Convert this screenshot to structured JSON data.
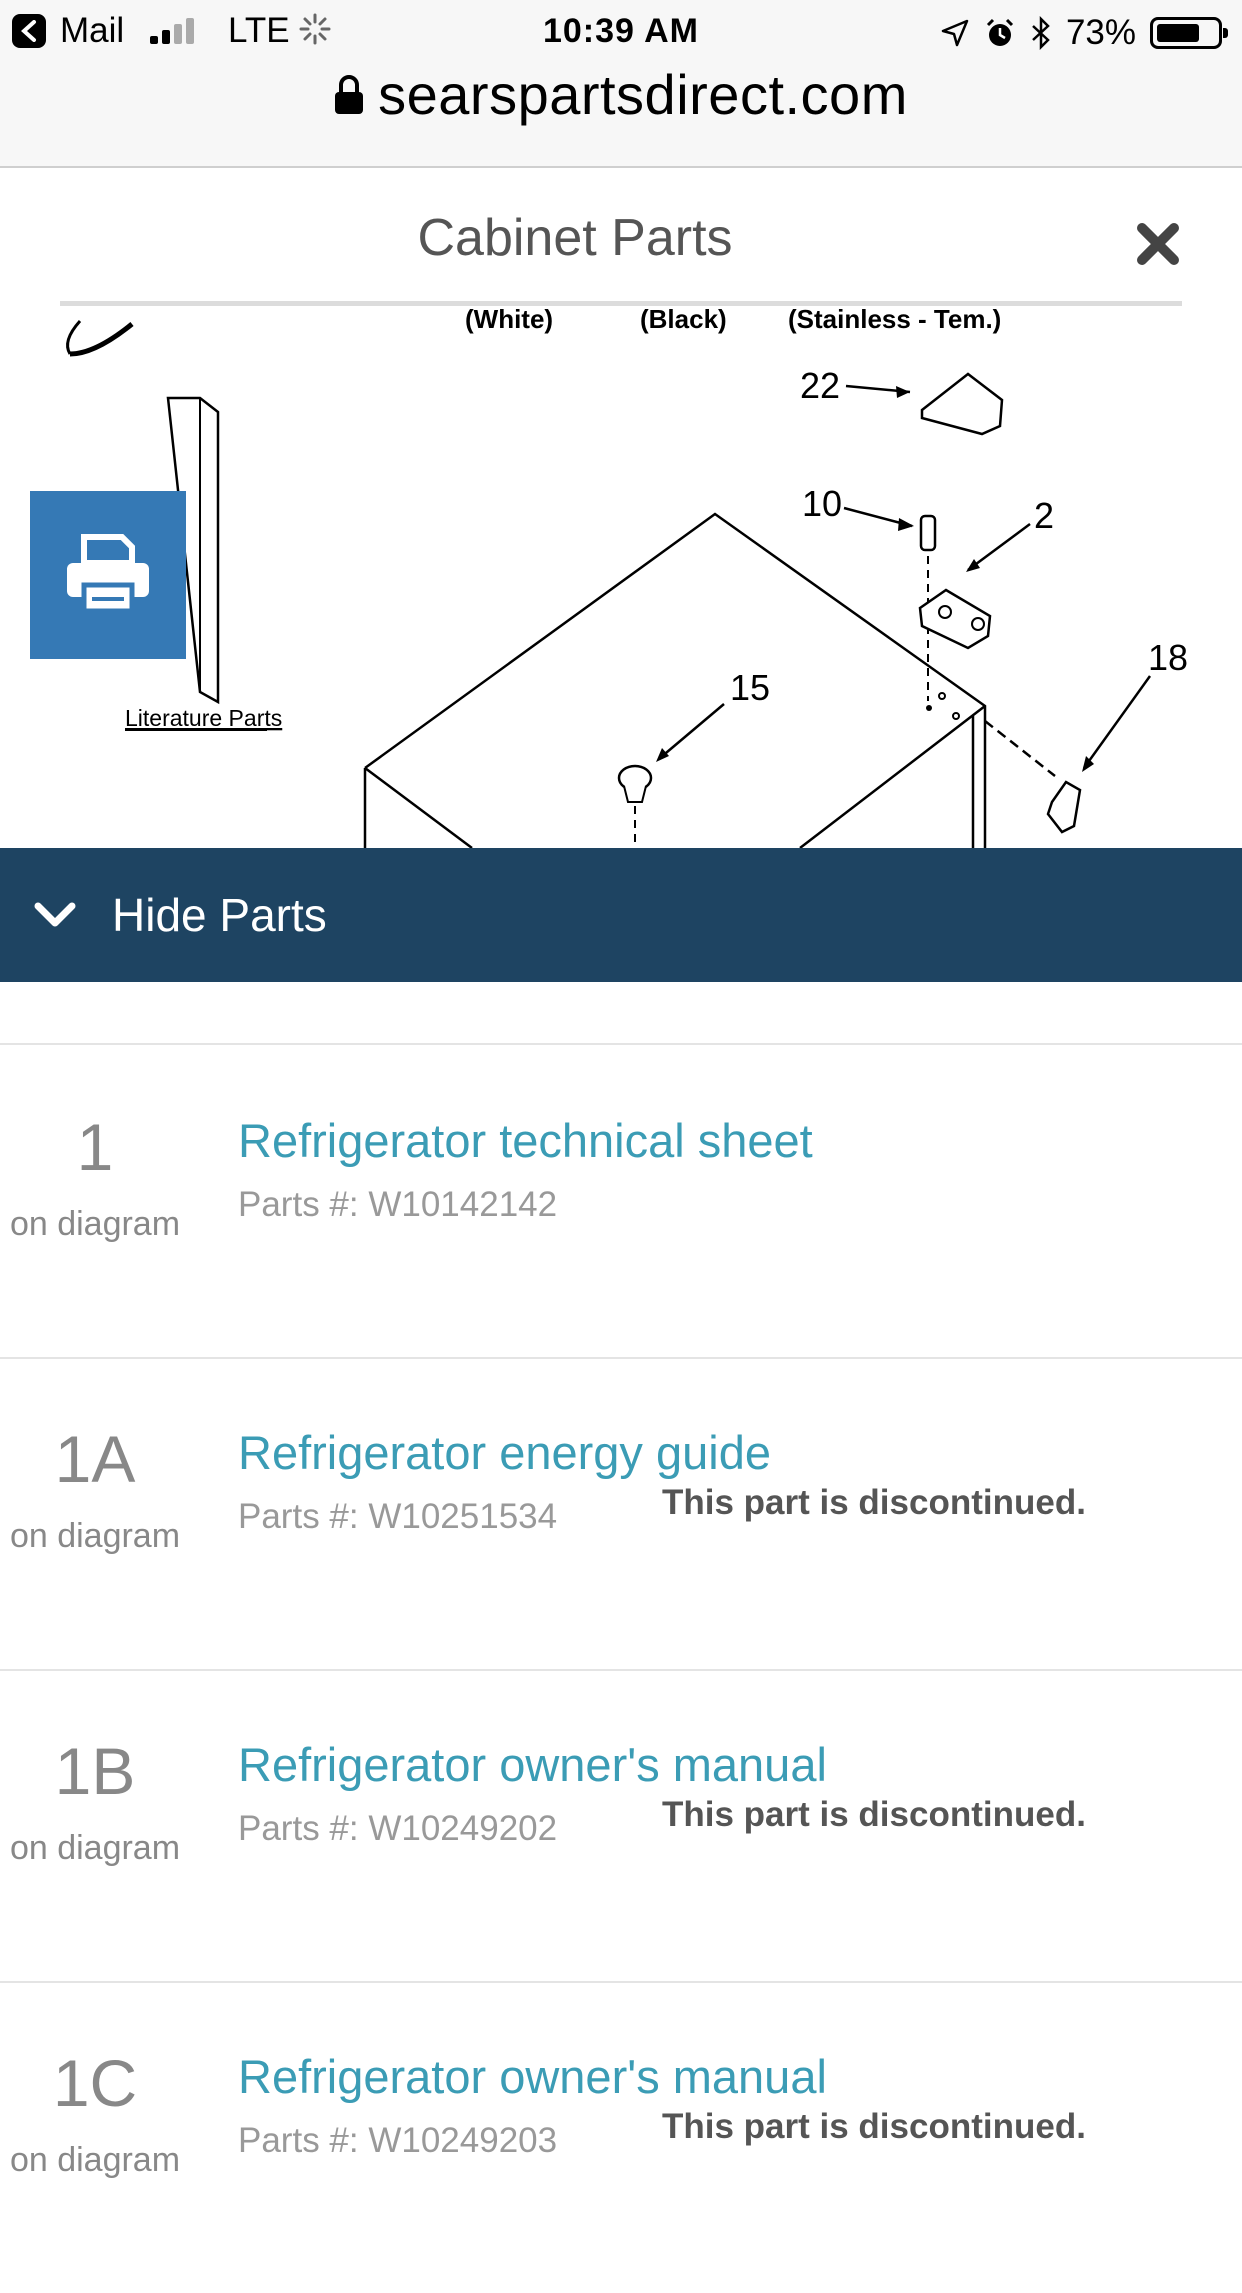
{
  "status_bar": {
    "back_app": "Mail",
    "network": "LTE",
    "time": "10:39 AM",
    "battery": "73%",
    "battery_level": 0.73
  },
  "browser": {
    "url": "searspartsdirect.com"
  },
  "modal": {
    "title": "Cabinet Parts"
  },
  "diagram": {
    "callouts": [
      "22",
      "10",
      "2",
      "18",
      "15"
    ],
    "label_literature": "Literature Parts",
    "cut_labels": [
      "(White)",
      "(Black)",
      "(Stainless - Tem.)"
    ]
  },
  "parts_toggle": {
    "label": "Hide Parts"
  },
  "parts": [
    {
      "number": "1",
      "on_diagram": "on diagram",
      "name": "Refrigerator technical sheet",
      "part_no": "Parts #: W10142142",
      "status": ""
    },
    {
      "number": "1A",
      "on_diagram": "on diagram",
      "name": "Refrigerator energy guide",
      "part_no": "Parts #: W10251534",
      "status": "This part is discontinued."
    },
    {
      "number": "1B",
      "on_diagram": "on diagram",
      "name": "Refrigerator owner's manual",
      "part_no": "Parts #: W10249202",
      "status": "This part is discontinued."
    },
    {
      "number": "1C",
      "on_diagram": "on diagram",
      "name": "Refrigerator owner's manual",
      "part_no": "Parts #: W10249203",
      "status": "This part is discontinued."
    }
  ]
}
